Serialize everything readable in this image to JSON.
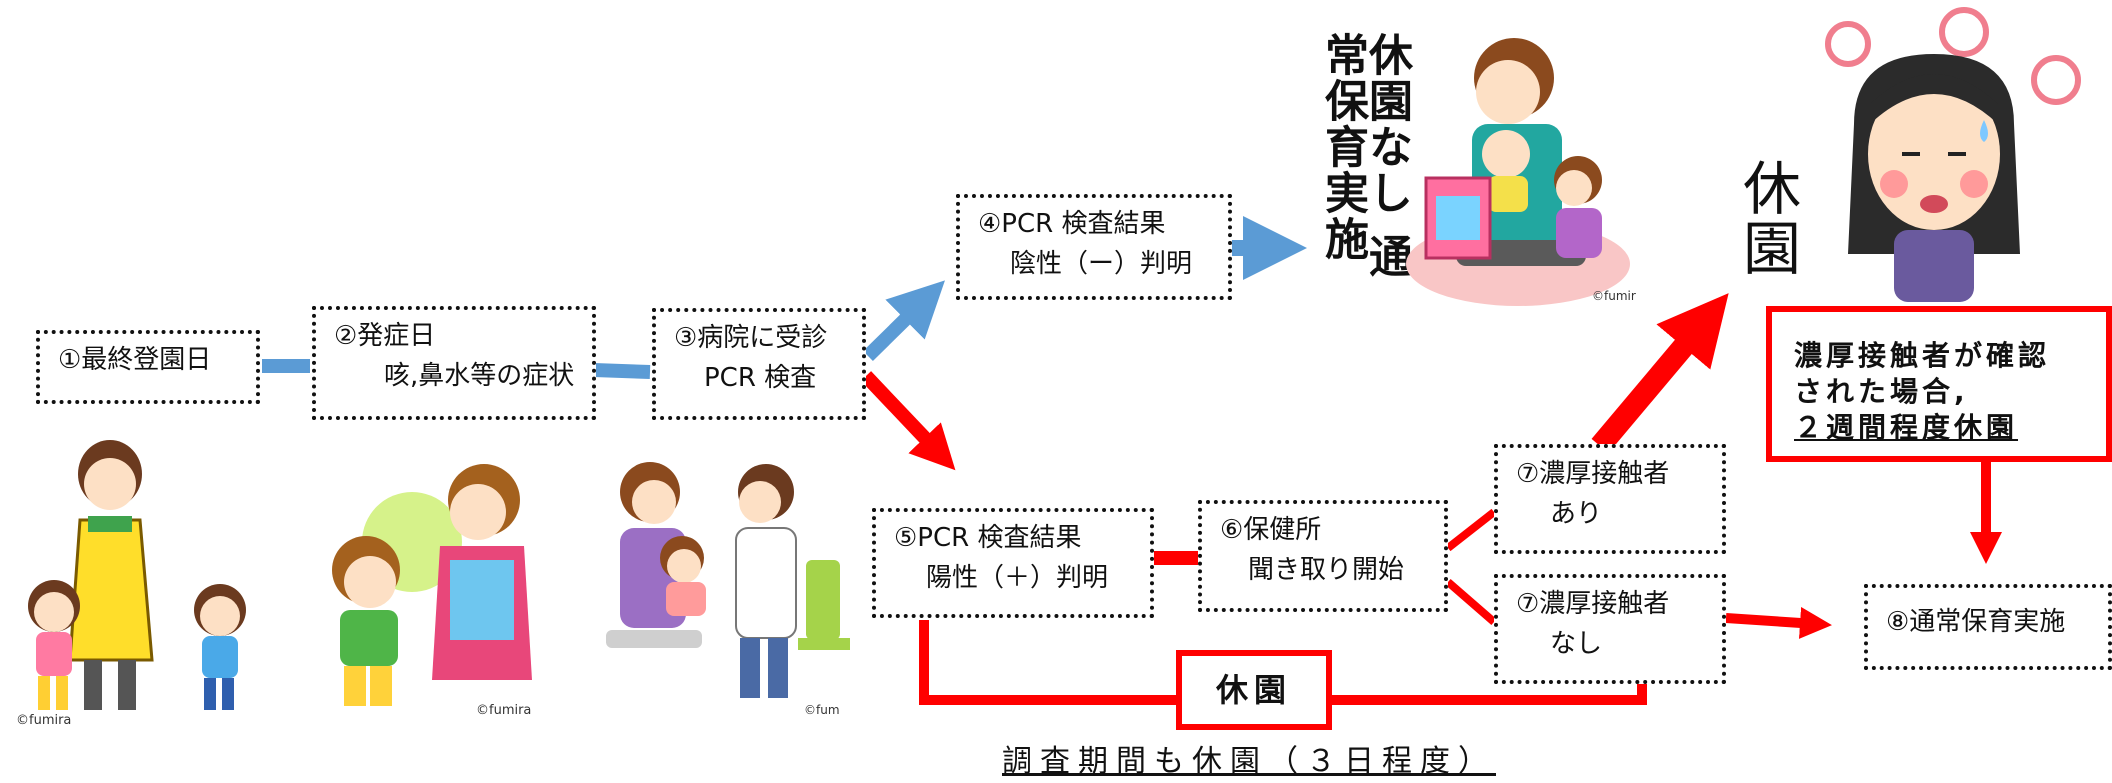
{
  "steps": {
    "s1": {
      "line1": "①最終登園日"
    },
    "s2": {
      "line1": "②発症日",
      "line2": "咳,鼻水等の症状"
    },
    "s3": {
      "line1": "③病院に受診",
      "line2": "PCR 検査"
    },
    "s4": {
      "line1": "④PCR 検査結果",
      "line2": "陰性（ー）判明"
    },
    "s5": {
      "line1": "⑤PCR 検査結果",
      "line2": "陽性（＋）判明"
    },
    "s6": {
      "line1": "⑥保健所",
      "line2": "聞き取り開始"
    },
    "s7a": {
      "line1": "⑦濃厚接触者",
      "line2": "あり"
    },
    "s7b": {
      "line1": "⑦濃厚接触者",
      "line2": "なし"
    },
    "s8": {
      "line1": "⑧通常保育実施"
    }
  },
  "labels": {
    "negative_outcome_col1": "休園なし",
    "negative_outcome_col2": "通常保育実施",
    "closure_big": "休園",
    "closure_small": "休園",
    "contact_note_line1": "濃厚接触者が確認",
    "contact_note_line2": "された場合,",
    "contact_note_line3": "２週間程度休園",
    "investigation_note": "調査期間も休園（３日程度）"
  },
  "credits": [
    "©fumira",
    "©fumira",
    "©fum",
    "©fumira"
  ],
  "colors": {
    "blue_arrow": "#5b9bd5",
    "red_arrow": "#ff0000",
    "box_border": "#111111"
  }
}
